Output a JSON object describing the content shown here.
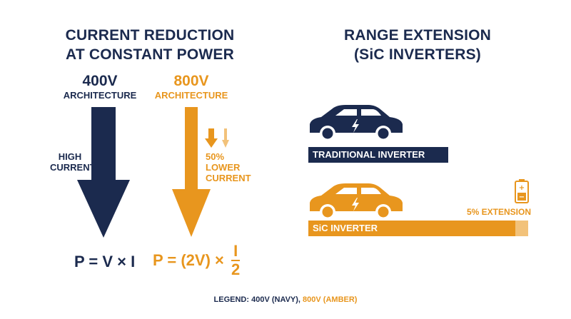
{
  "left": {
    "title_line1": "CURRENT REDUCTION",
    "title_line2": "AT CONSTANT POWER",
    "arch400": {
      "voltage": "400V",
      "label": "ARCHITECTURE"
    },
    "arch800": {
      "voltage": "800V",
      "label": "ARCHITECTURE"
    },
    "high_current_line1": "HIGH",
    "high_current_line2": "CURRENT",
    "lower_line1": "50%",
    "lower_line2": "LOWER",
    "lower_line3": "CURRENT",
    "formula400": "P = V × I",
    "formula800_prefix": "P = (2V) ×",
    "formula800_num": "I",
    "formula800_den": "2"
  },
  "right": {
    "title_line1": "RANGE EXTENSION",
    "title_line2": "(SiC INVERTERS)",
    "traditional_label": "TRADITIONAL INVERTER",
    "sic_label": "SiC INVERTER",
    "extension_label": "5% EXTENSION"
  },
  "legend": {
    "prefix": "LEGEND: ",
    "navy": "400V (NAVY)",
    "sep": ", ",
    "amber": "800V (AMBER)"
  },
  "colors": {
    "navy": "#1b2a4e",
    "amber": "#e8961e",
    "amber_light": "#f2c27a"
  }
}
